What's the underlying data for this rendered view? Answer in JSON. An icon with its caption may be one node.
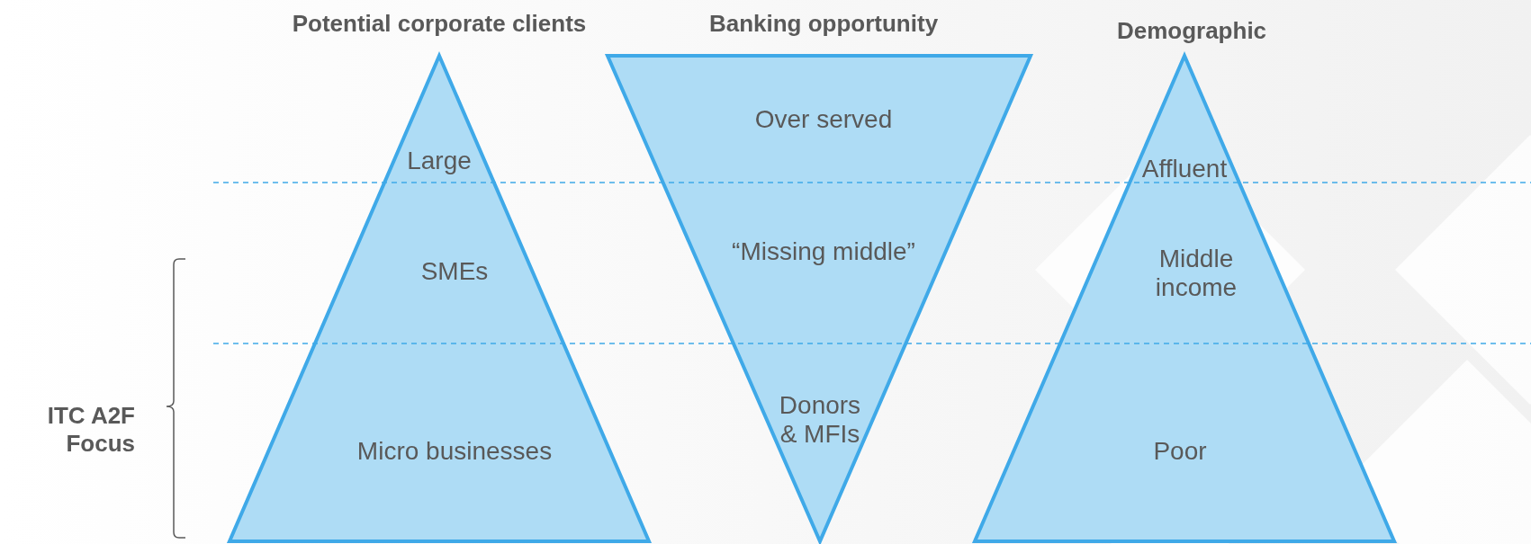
{
  "diagram": {
    "nodes": [
      {
        "text": [
          "Potential corporate clients",
          "Large",
          "SMEs",
          "Micro businesses"
        ]
      },
      {
        "text": [
          "Banking opportunity",
          "Over served",
          "“Missing middle”",
          "Donors & MFIs"
        ]
      },
      {
        "text": [
          "Demographic",
          "Affluent",
          "Middle income",
          "Poor"
        ]
      }
    ],
    "labels": [
      "ITC A2F Focus"
    ]
  }
}
